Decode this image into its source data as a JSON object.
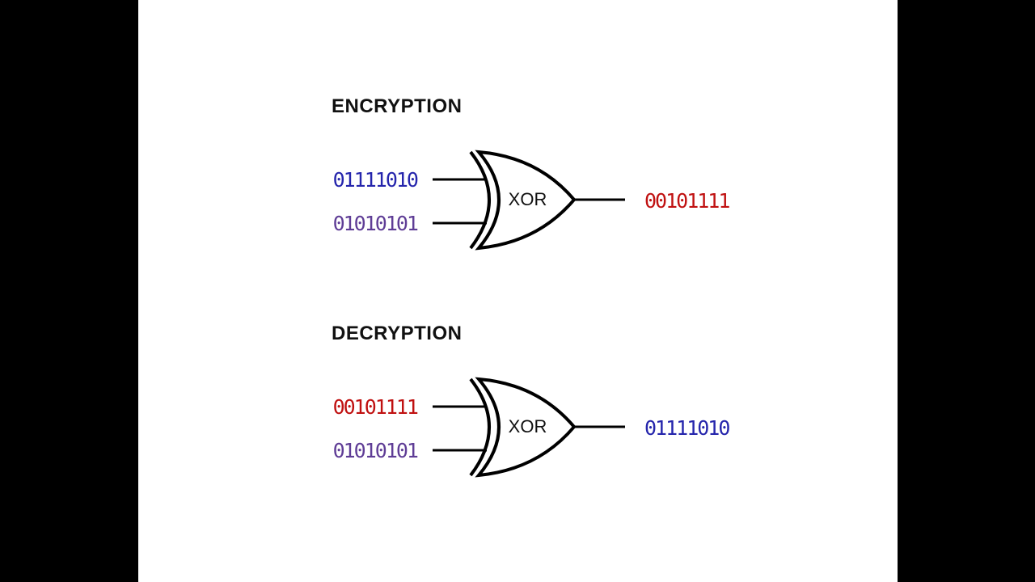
{
  "page": {
    "background_color": "#ffffff",
    "letterbox_color": "#000000"
  },
  "sections": [
    {
      "title": "ENCRYPTION",
      "gate_label": "XOR",
      "inputs": [
        {
          "value": "01111010",
          "color": "#2525AC"
        },
        {
          "value": "01010101",
          "color": "#5F3D96"
        }
      ],
      "output": {
        "value": "00101111",
        "color": "#C01111"
      }
    },
    {
      "title": "DECRYPTION",
      "gate_label": "XOR",
      "inputs": [
        {
          "value": "00101111",
          "color": "#C01111"
        },
        {
          "value": "01010101",
          "color": "#5F3D96"
        }
      ],
      "output": {
        "value": "01111010",
        "color": "#2525AC"
      }
    }
  ]
}
